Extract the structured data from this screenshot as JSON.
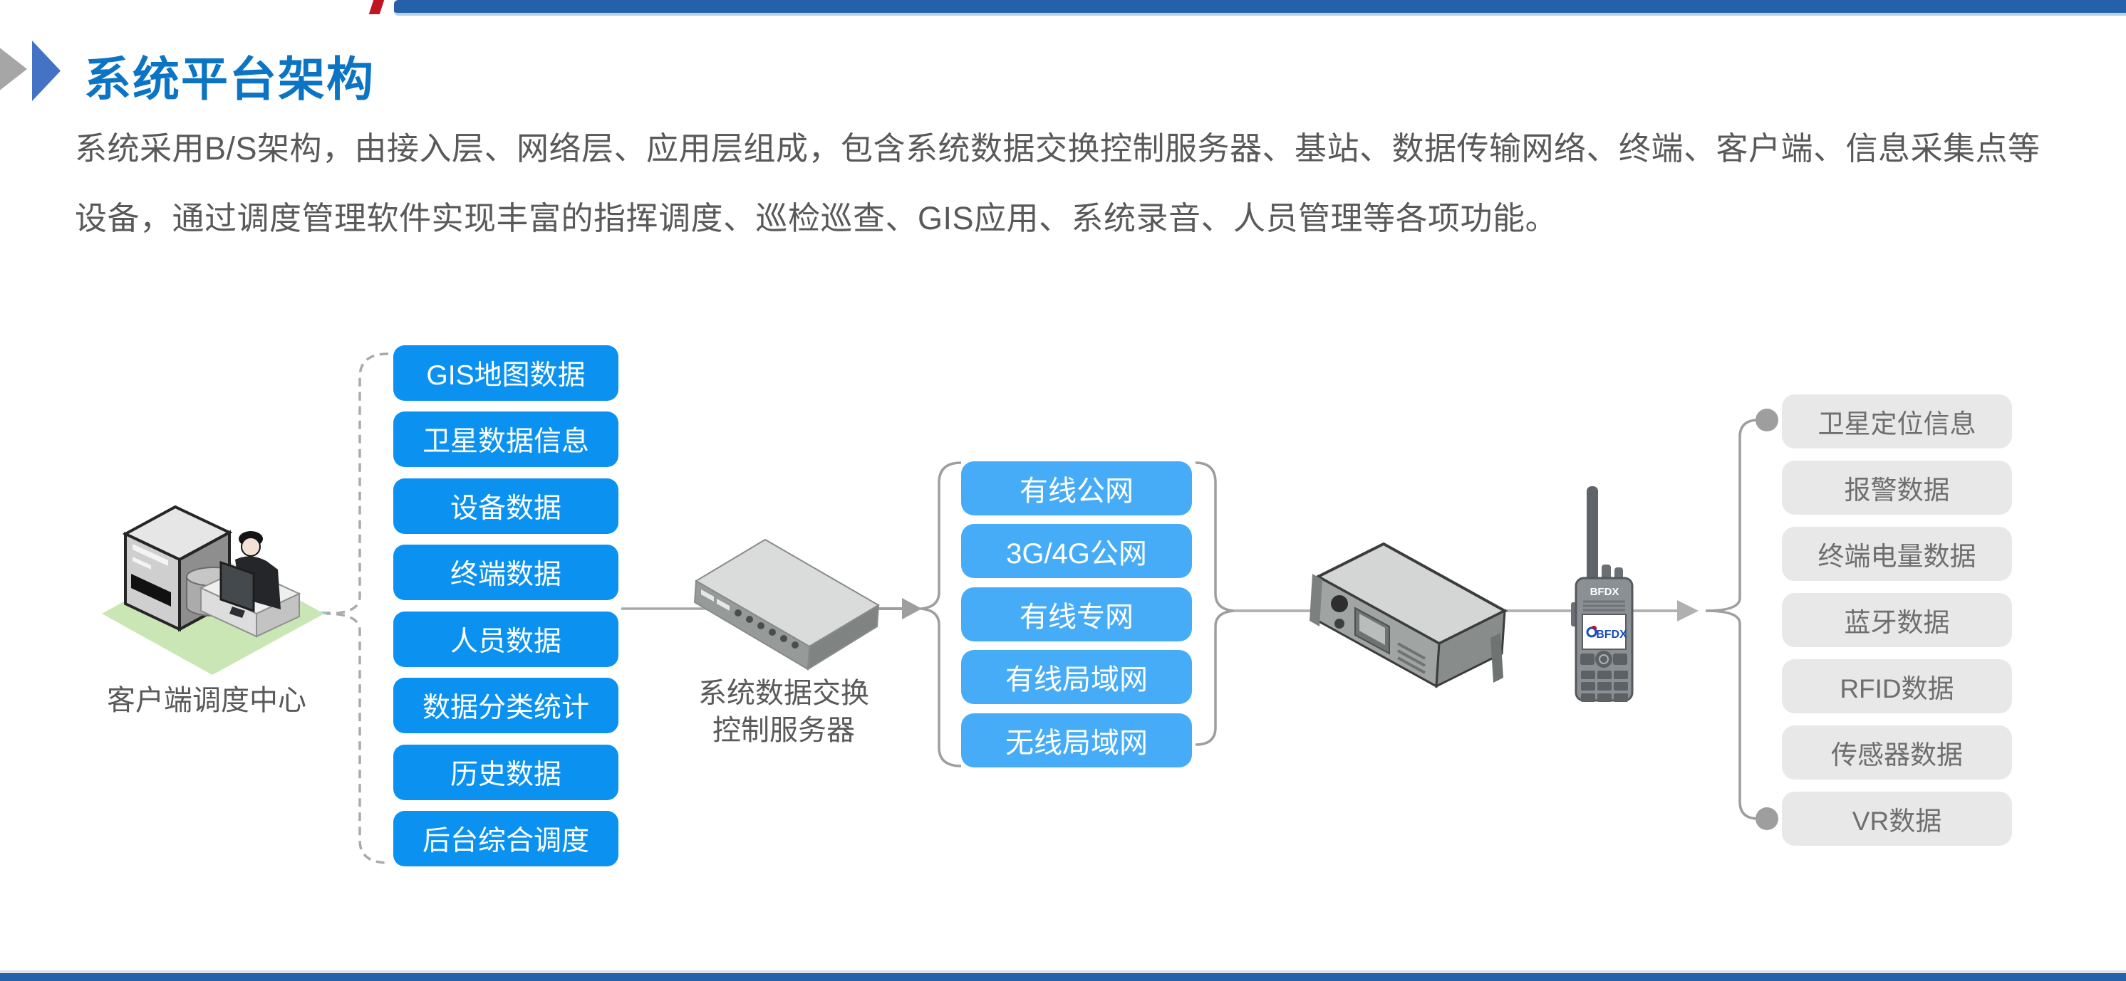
{
  "header": {
    "title": "系统平台架构",
    "description": [
      "系统采用B/S架构，由接入层、网络层、应用层组成，包含系统数据交换控制服务器、基站、数据传输网络、终端、客户端、信息采集点等",
      "设备，通过调度管理软件实现丰富的指挥调度、巡检巡查、GIS应用、系统录音、人员管理等各项功能。"
    ]
  },
  "diagram": {
    "client": {
      "label": "客户端调度中心"
    },
    "client_data": {
      "items": [
        "GIS地图数据",
        "卫星数据信息",
        "设备数据",
        "终端数据",
        "人员数据",
        "数据分类统计",
        "历史数据",
        "后台综合调度"
      ]
    },
    "server": {
      "label_line1": "系统数据交换",
      "label_line2": "控制服务器"
    },
    "networks": {
      "items": [
        "有线公网",
        "3G/4G公网",
        "有线专网",
        "有线局域网",
        "无线局域网"
      ]
    },
    "radio": {
      "brand": "BFDX",
      "screen_brand": "BFDX"
    },
    "terminal_data": {
      "items": [
        "卫星定位信息",
        "报警数据",
        "终端电量数据",
        "蓝牙数据",
        "RFID数据",
        "传感器数据",
        "VR数据"
      ]
    }
  },
  "colors": {
    "title_blue": "#0b74c4",
    "chevron_blue": "#4472c4",
    "chevron_gray": "#a6a6a6",
    "bar_blue": "#2461a8",
    "logo_red": "#c01622",
    "client_box_blue": "#0b92f1",
    "network_box_blue": "#47acf8",
    "terminal_box_gray": "#e8e8e8",
    "connector_gray": "#9e9e9e",
    "text_gray": "#595959",
    "floor_green": "#c9e6b4"
  }
}
